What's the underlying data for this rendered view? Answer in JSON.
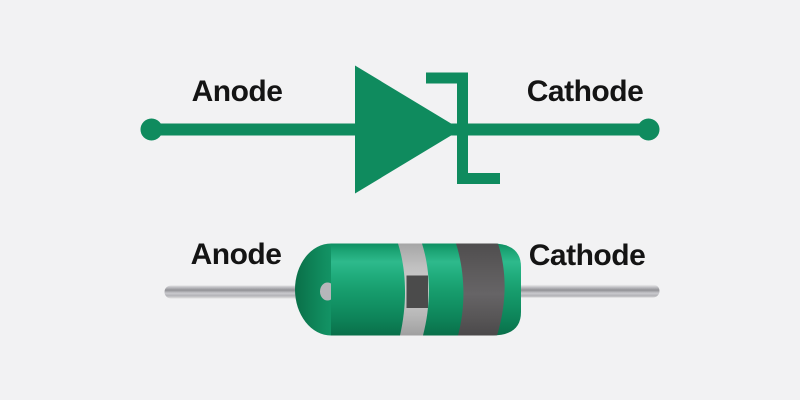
{
  "colors": {
    "background": "#f2f2f3",
    "green": "#0f8b5e",
    "body_green_top": "#2eba8c",
    "body_green_bottom": "#0a6f49",
    "band_light": "#c6c6c6",
    "band_dark": "#5b595a",
    "band_square": "#4b4b4b",
    "lead_gray": "#b6b6ba",
    "label_text": "#141414"
  },
  "schematic": {
    "anode_label": "Anode",
    "cathode_label": "Cathode"
  },
  "component": {
    "anode_label": "Anode",
    "cathode_label": "Cathode"
  }
}
